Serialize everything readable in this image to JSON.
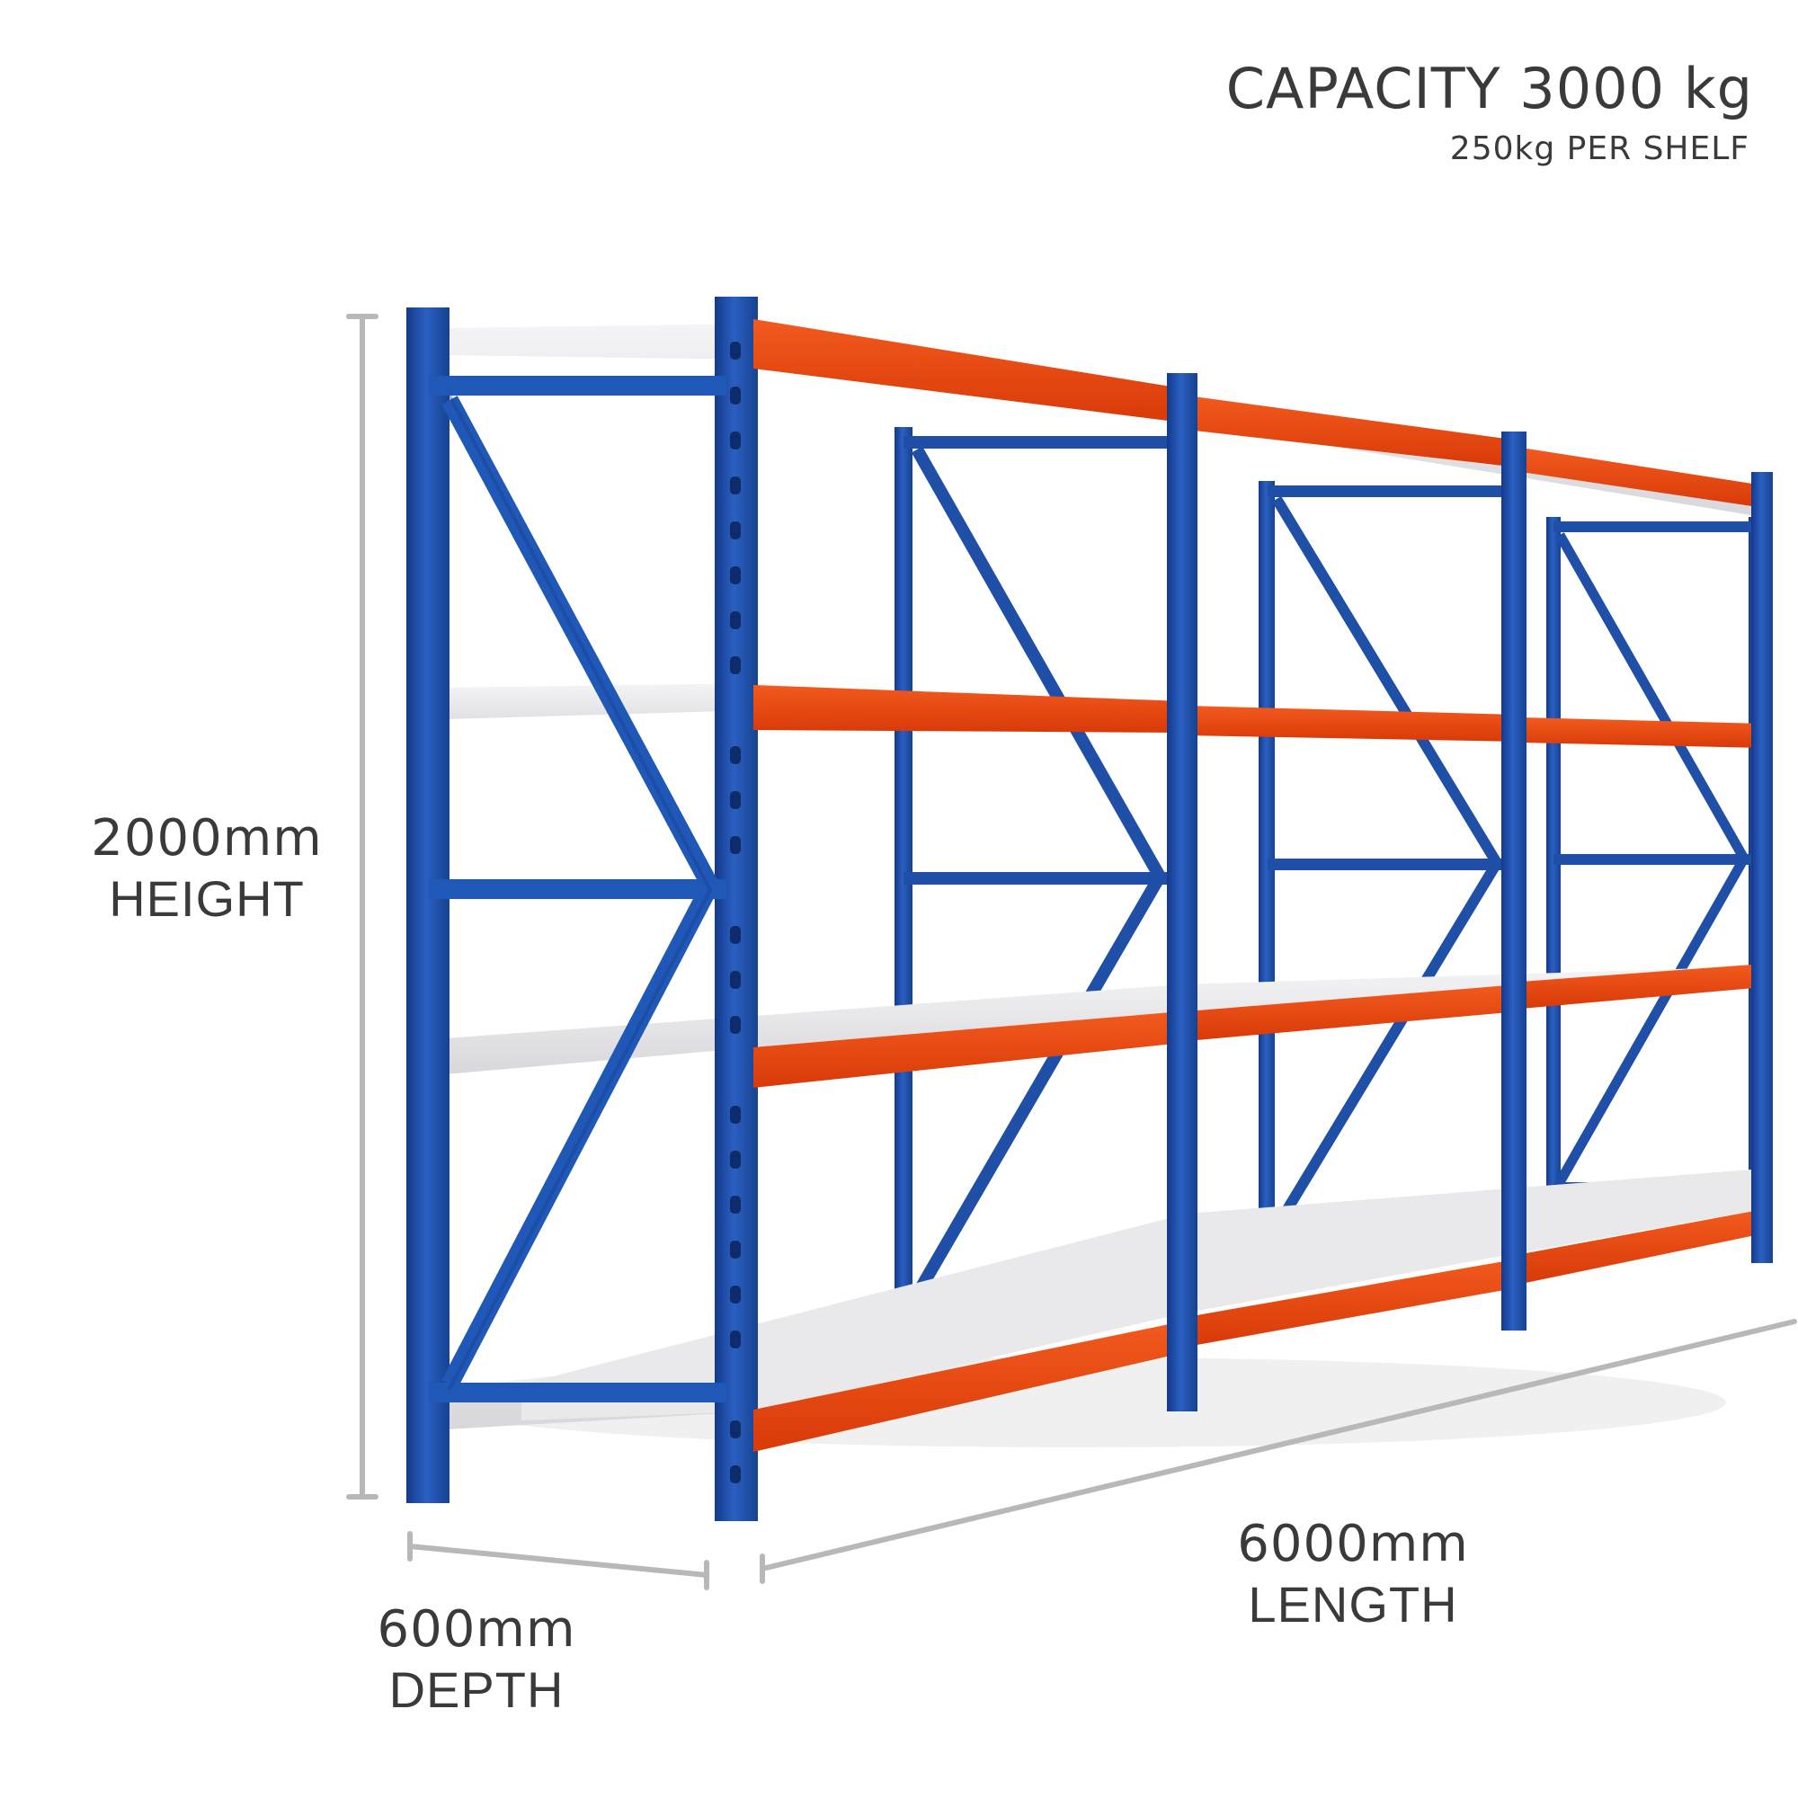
{
  "capacity": {
    "title": "CAPACITY 3000 kg",
    "per_shelf": "250kg  PER SHELF"
  },
  "dimensions": {
    "height": {
      "value": "2000mm",
      "label": "HEIGHT"
    },
    "depth": {
      "value": "600mm",
      "label": "DEPTH"
    },
    "length": {
      "value": "6000mm",
      "label": "LENGTH"
    }
  },
  "colors": {
    "frame_blue": "#1f4fa6",
    "beam_orange": "#ee4a12",
    "shelf_grey": "#e4e4e6",
    "dimension_line": "#b8b8b8"
  }
}
